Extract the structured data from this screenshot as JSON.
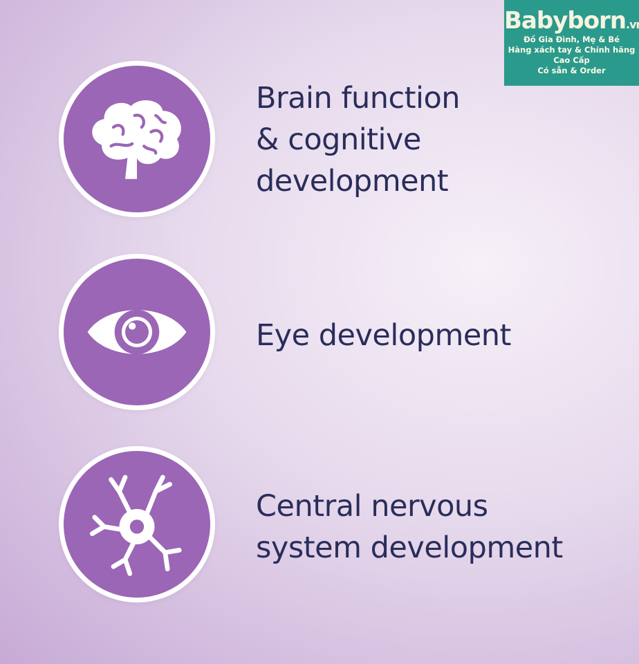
{
  "logo": {
    "brand": "Babyborn",
    "tld": ".vn",
    "lines": [
      "Đồ Gia Đình, Mẹ & Bé",
      "Hàng xách tay & Chính hãng",
      "Cao Cấp",
      "Có sẵn & Order"
    ]
  },
  "features": [
    {
      "icon": "brain-icon",
      "lines": [
        "Brain function",
        "& cognitive",
        "development"
      ]
    },
    {
      "icon": "eye-icon",
      "lines": [
        "Eye development"
      ]
    },
    {
      "icon": "neuron-icon",
      "lines": [
        "Central nervous",
        "system development"
      ]
    }
  ],
  "colors": {
    "circle": "#9b66b6",
    "text": "#2a2d5a",
    "logo_bg": "#2a9a8c"
  }
}
